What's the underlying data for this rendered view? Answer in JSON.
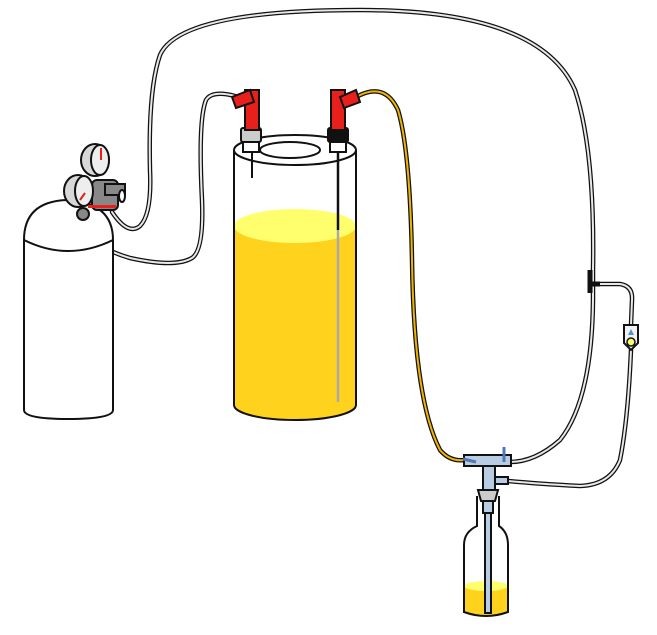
{
  "diagram": {
    "colors": {
      "liquid": "#ffd21e",
      "liquid_top": "#ffff6e",
      "connector": "#e8201c",
      "fitting": "#b8cde4",
      "gauge": "#d8d8d8",
      "tube": "#e8e8e8",
      "tube_yellow": "#f0b400"
    },
    "components": [
      "gas-cylinder",
      "pressure-regulator",
      "dewar",
      "sampling-bottle",
      "check-valve",
      "tee-connector"
    ]
  }
}
